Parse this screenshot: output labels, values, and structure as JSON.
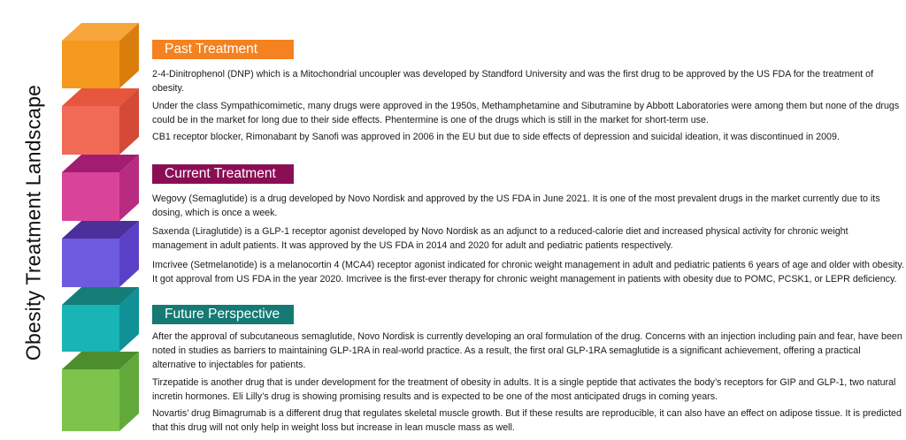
{
  "title": "Obesity Treatment Landscape",
  "colors": {
    "past": "#F48220",
    "current": "#8B0E55",
    "future": "#147A73",
    "cubes": [
      {
        "top": "#F6A53A",
        "front": "#F59A1E",
        "side": "#D97E0C"
      },
      {
        "top": "#E6553E",
        "front": "#F06A55",
        "side": "#D54A36"
      },
      {
        "top": "#A21C71",
        "front": "#D9449A",
        "side": "#B72C80"
      },
      {
        "top": "#4B2F9A",
        "front": "#6E5ADF",
        "side": "#5A40C6"
      },
      {
        "top": "#167C78",
        "front": "#18B4B6",
        "side": "#0F9195"
      },
      {
        "top": "#4C8E2E",
        "front": "#7DC44C",
        "side": "#62A93B"
      }
    ]
  },
  "sections": [
    {
      "header": "Past Treatment",
      "paragraphs": [
        "2-4-Dinitrophenol (DNP) which is a Mitochondrial uncoupler was developed by Standford University and was the first drug to be approved by the US FDA for the treatment of obesity.",
        "Under the class Sympathicomimetic, many drugs were approved in the 1950s, Methamphetamine and Sibutramine by Abbott Laboratories were among them but none of the drugs could be in the market for long due to their side effects. Phentermine is one of the drugs which is still in the market for short-term use.",
        "CB1 receptor blocker, Rimonabant by Sanofi was approved in 2006 in the EU but due to side effects of depression and suicidal ideation, it was discontinued in 2009."
      ]
    },
    {
      "header": "Current Treatment",
      "paragraphs": [
        "Wegovy (Semaglutide) is a drug developed by Novo Nordisk and approved by the US FDA in June 2021. It is one of the most prevalent drugs in the market currently due to its dosing, which is once a week.",
        "Saxenda (Liraglutide) is a GLP-1 receptor agonist developed by Novo Nordisk as an adjunct to a reduced-calorie diet and increased physical activity for chronic weight management in adult patients. It was approved by the US FDA in 2014 and 2020 for adult and pediatric patients respectively.",
        "Imcrivee (Setmelanotide) is a melanocortin 4 (MCA4) receptor agonist indicated for chronic weight management in adult and pediatric patients 6 years of age and older with obesity. It got approval from US FDA in the year 2020. Imcrivee is the first-ever therapy for chronic weight management in patients with obesity due to POMC, PCSK1, or LEPR deficiency."
      ]
    },
    {
      "header": "Future Perspective",
      "paragraphs": [
        "After the approval of subcutaneous semaglutide, Novo Nordisk is currently developing an oral formulation of the drug. Concerns with an injection including pain and fear, have been noted in studies as barriers to maintaining GLP-1RA in real-world practice. As a result, the first oral GLP-1RA semaglutide is a significant achievement, offering a practical alternative to injectables for patients.",
        "Tirzepatide is another drug that is under development for the treatment of obesity in adults. It is a single peptide that activates the body’s receptors for GIP and GLP-1, two natural incretin hormones. Eli Lilly’s drug is showing promising results and is expected to be one of the most anticipated drugs in coming years.",
        "Novartis’ drug Bimagrumab is a different drug that regulates skeletal muscle growth. But if these results are reproducible, it can also have an effect on adipose tissue. It is predicted that this drug will not only help in weight loss but increase in lean muscle mass as well."
      ]
    }
  ]
}
